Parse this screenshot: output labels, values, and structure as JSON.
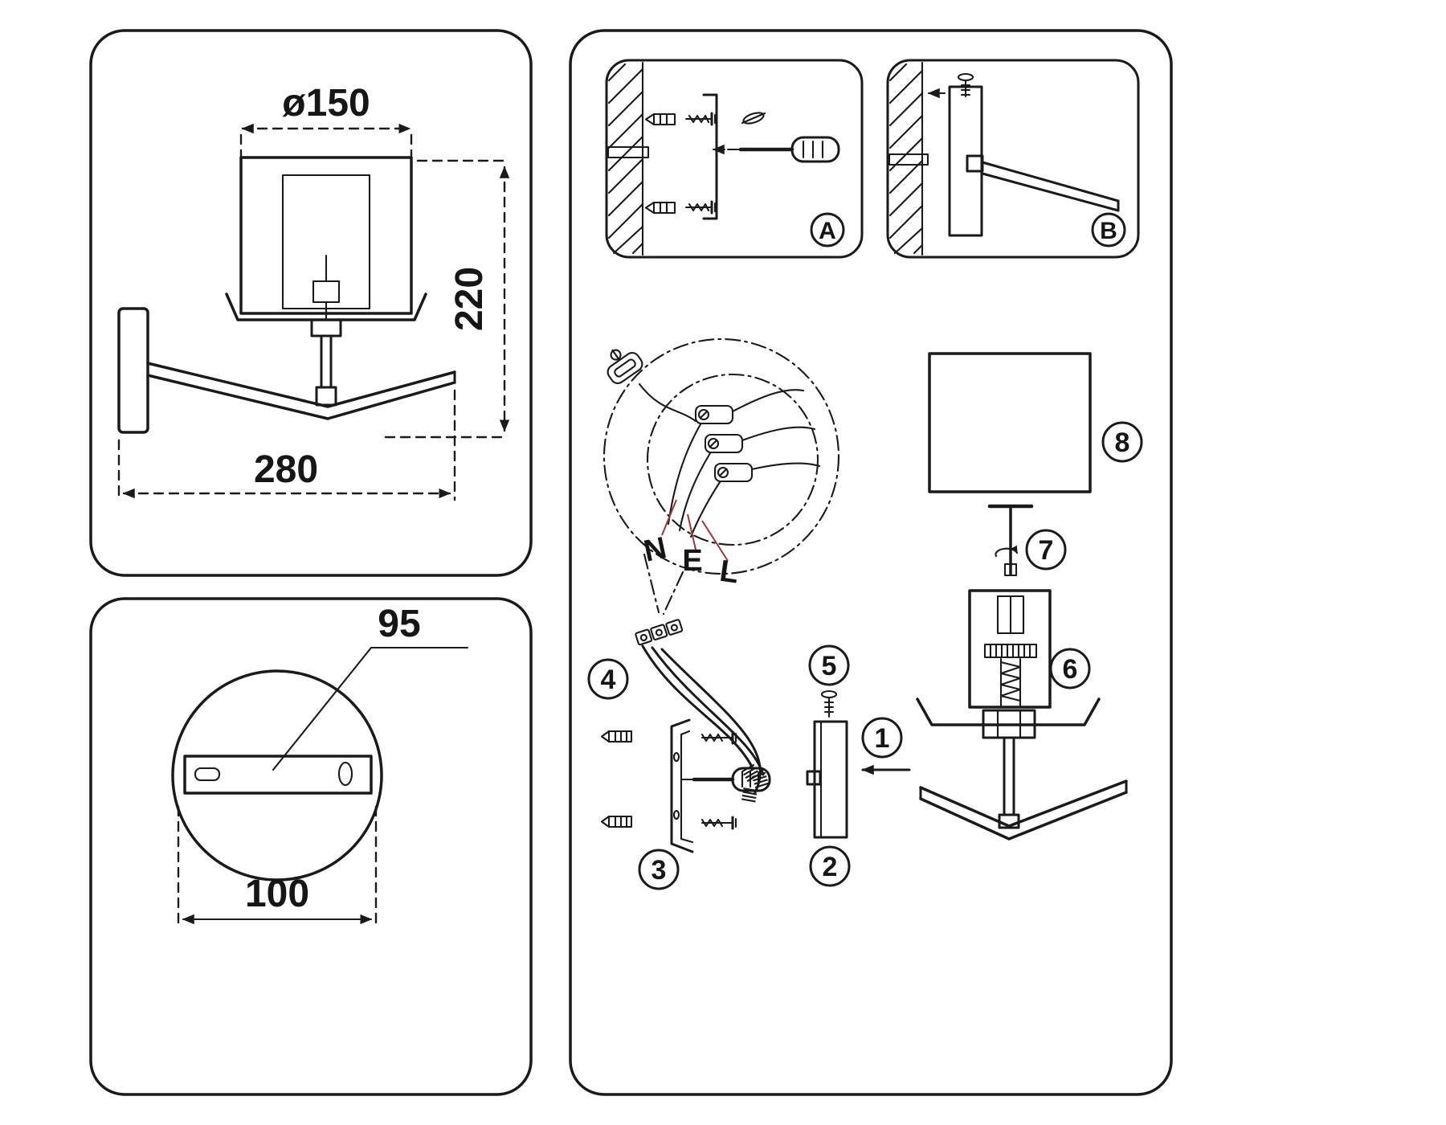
{
  "document": {
    "kind": "technical-installation-drawing",
    "subject": "wall lamp with cube shade - dimensions and mounting steps",
    "line_color": "#1a1a1a",
    "leader_color": "#a03434",
    "background": "#ffffff"
  },
  "front_view": {
    "diameter_label": "ø150",
    "height_label": "220",
    "projection_label": "280"
  },
  "bracket_detail": {
    "hole_spacing_label": "95",
    "width_label": "100"
  },
  "install_panels": {
    "a": "A",
    "b": "B"
  },
  "wiring": {
    "n": "N",
    "e": "E",
    "l": "L"
  },
  "parts": {
    "p1": "1",
    "p2": "2",
    "p3": "3",
    "p4": "4",
    "p5": "5",
    "p6": "6",
    "p7": "7",
    "p8": "8"
  }
}
